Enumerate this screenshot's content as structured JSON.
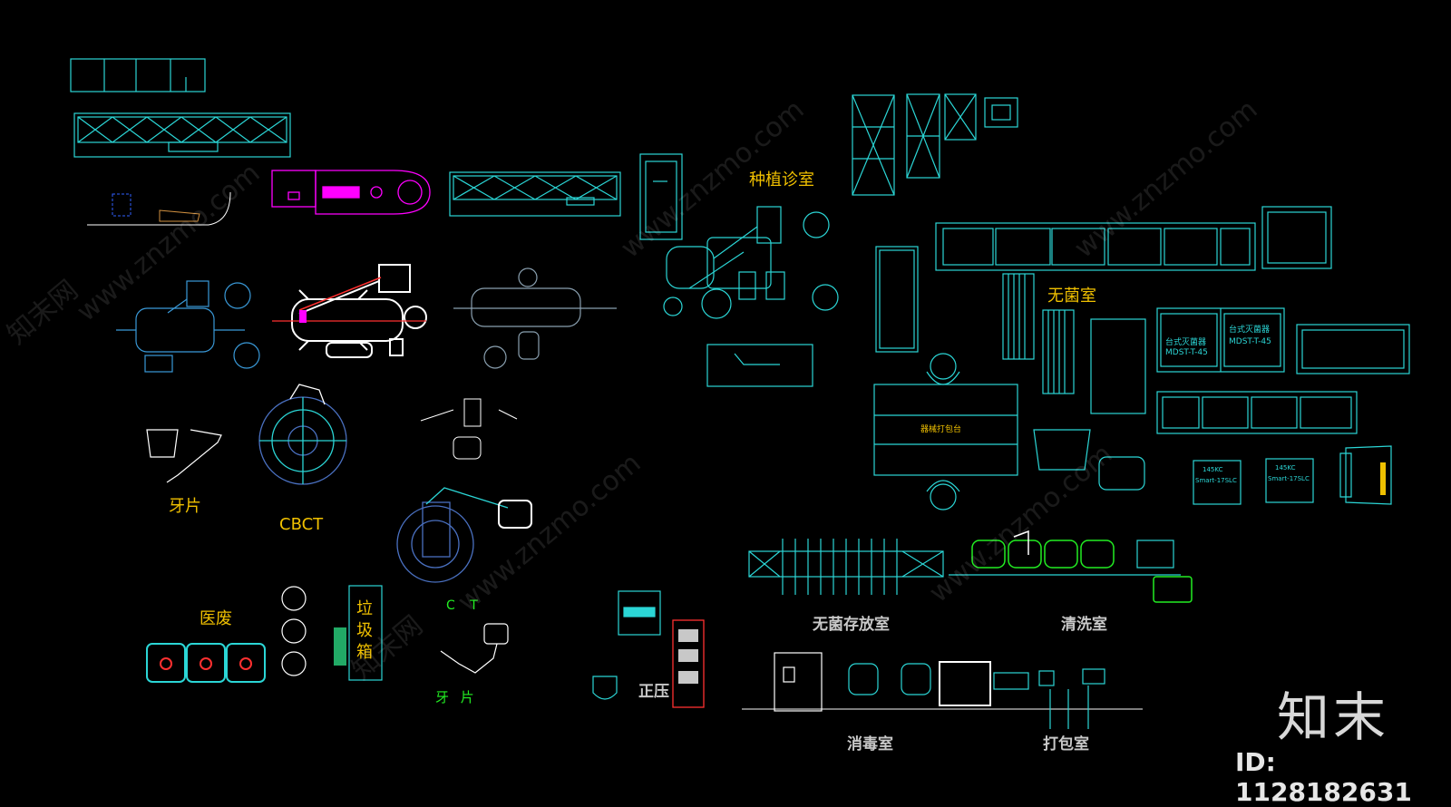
{
  "labels": {
    "implant_room": "种植诊室",
    "sterile_room": "无菌室",
    "dental_film_1": "牙片",
    "cbct": "CBCT",
    "medical_waste": "医废",
    "trash_bin_chars": [
      "垃",
      "圾",
      "箱"
    ],
    "ct": "C  T",
    "dental_film_2": "牙 片",
    "positive_pressure": "正压",
    "sterile_storage": "无菌存放室",
    "cleaning_room": "清洗室",
    "disinfection_room": "消毒室",
    "packing_room": "打包室",
    "packing_table": "器械打包台"
  },
  "small_text": {
    "desktop_sterilizer_1": "台式灭菌器",
    "desktop_sterilizer_2": "台式灭菌器",
    "model_1": "MDST-T-45",
    "model_2": "MDST-T-45",
    "smart_1": "Smart-17SLC",
    "smart_2": "Smart-17SLC",
    "code_1": "145KC",
    "code_2": "145KC"
  },
  "brand": {
    "logo": "知末",
    "id": "ID: 1128182631"
  },
  "watermark": "www.znzmo.com",
  "watermark_cn": "知末网",
  "colors": {
    "cyan": "#2bd6d6",
    "white": "#ffffff",
    "magenta": "#ff00ff",
    "yellow": "#f0c000",
    "green": "#22ee22",
    "red": "#ff3030",
    "blue": "#3060ff",
    "gray": "#c8c8c8",
    "orange": "#d09040"
  }
}
